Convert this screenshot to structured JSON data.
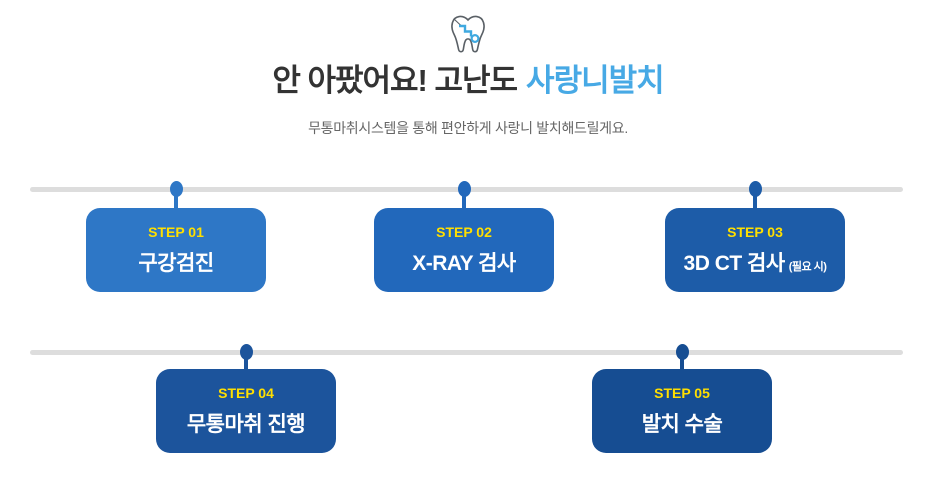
{
  "header": {
    "icon": "tooth-crack-icon",
    "title_main": "안 아팠어요! 고난도",
    "title_accent": "사랑니발치",
    "subtitle": "무통마취시스템을 통해 편안하게 사랑니 발치해드릴게요."
  },
  "colors": {
    "title_dark": "#333333",
    "title_accent_blue": "#47a9e5",
    "subtitle_gray": "#666666",
    "step_label_yellow": "#ffdf00",
    "timeline_gray": "#dddddd",
    "icon_outline_gray": "#5a6066",
    "icon_crack_blue": "#3fa9e0"
  },
  "steps": [
    {
      "label": "STEP 01",
      "title": "구강검진",
      "note": "",
      "color": "#2e77c6"
    },
    {
      "label": "STEP 02",
      "title": "X-RAY 검사",
      "note": "",
      "color": "#2268bb"
    },
    {
      "label": "STEP 03",
      "title": "3D CT 검사",
      "note": "(필요 시)",
      "color": "#1d5ca8"
    },
    {
      "label": "STEP 04",
      "title": "무통마취 진행",
      "note": "",
      "color": "#1c549c"
    },
    {
      "label": "STEP 05",
      "title": "발치 수술",
      "note": "",
      "color": "#164d92"
    }
  ]
}
